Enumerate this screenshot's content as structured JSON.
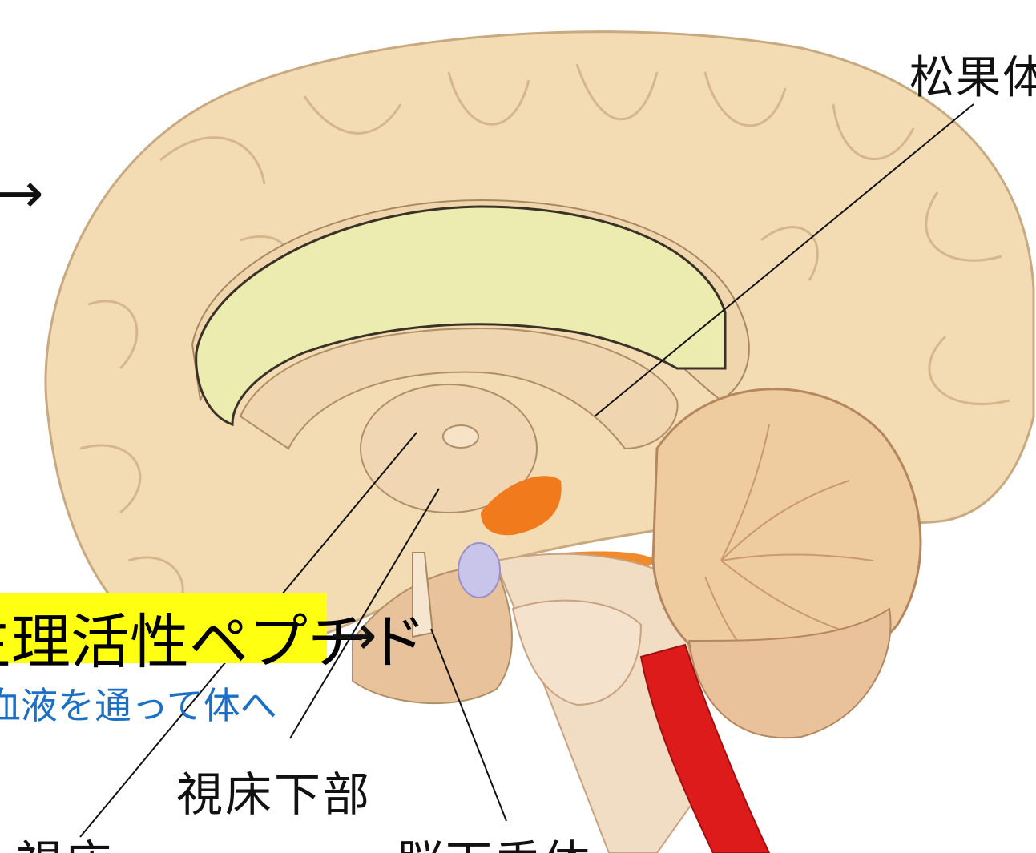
{
  "labels": {
    "pineal": "松果体",
    "hypothalamus": "視床下部",
    "thalamus": "視床",
    "pituitary": "脳下垂体"
  },
  "callout": {
    "peptide": "生理活性ペプチド",
    "blood_note": "血液を通って体へ",
    "arrow_left_top": "→",
    "arrow_mid": "→"
  },
  "colors": {
    "cortex": "#f3dcb4",
    "corpus_callosum": "#ecebb0",
    "brainstem": "#f1dcc4",
    "ventricle": "#f07a1c",
    "pituitary_gland": "#c9c4ea",
    "spinal_artery": "#dd1b1b",
    "highlight": "#ffff12",
    "blue_text": "#1a6fc7"
  }
}
